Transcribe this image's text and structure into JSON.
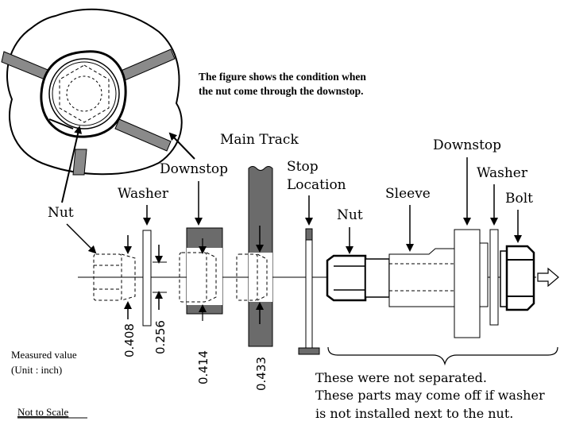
{
  "caption": {
    "line1": "The figure shows the condition when",
    "line2": "the nut come through the downstop."
  },
  "labels": {
    "nut_left": "Nut",
    "washer_left": "Washer",
    "downstop_left": "Downstop",
    "main_track": "Main Track",
    "stop_location_1": "Stop",
    "stop_location_2": "Location",
    "nut_right": "Nut",
    "sleeve": "Sleeve",
    "downstop_right": "Downstop",
    "washer_right": "Washer",
    "bolt": "Bolt"
  },
  "dimensions": {
    "nut": "0.408",
    "washer": "0.256",
    "downstop": "0.414",
    "main_track": "0.433"
  },
  "measured": {
    "line1": "Measured value",
    "line2": "(Unit : inch)"
  },
  "scale_note": "Not to Scale",
  "notes": {
    "line1": "These were not separated.",
    "line2": "These parts may come off if washer",
    "line3": "is not installed next to the nut."
  },
  "colors": {
    "gray": "#6b6b6b",
    "line": "#000000"
  }
}
